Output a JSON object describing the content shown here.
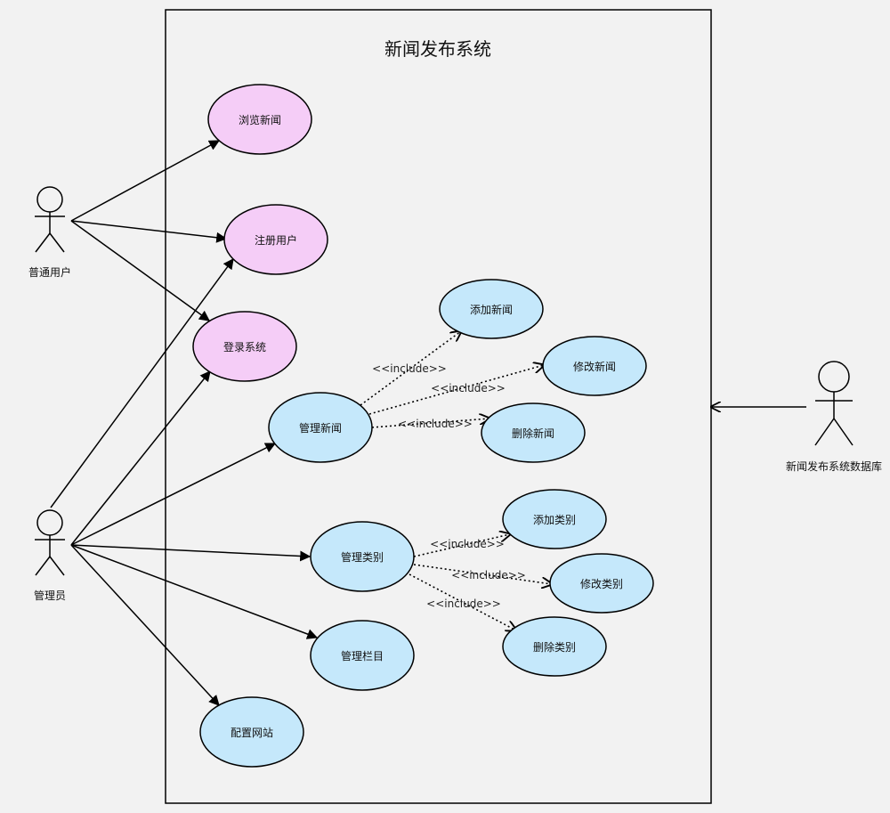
{
  "diagram": {
    "title": "新闻发布系统",
    "include_label": "<<include>>",
    "actors": {
      "user": "普通用户",
      "admin": "管理员",
      "database": "新闻发布系统数据库"
    },
    "usecases": {
      "browse_news": "浏览新闻",
      "register_user": "注册用户",
      "login": "登录系统",
      "manage_news": "管理新闻",
      "add_news": "添加新闻",
      "edit_news": "修改新闻",
      "delete_news": "删除新闻",
      "manage_category": "管理类别",
      "add_category": "添加类别",
      "edit_category": "修改类别",
      "delete_category": "删除类别",
      "manage_column": "管理栏目",
      "config_site": "配置网站"
    },
    "colors": {
      "background": "#f2f2f2",
      "user_usecase_fill": "#f5cdf7",
      "admin_usecase_fill": "#c5e8fb",
      "stroke": "#000000"
    }
  }
}
